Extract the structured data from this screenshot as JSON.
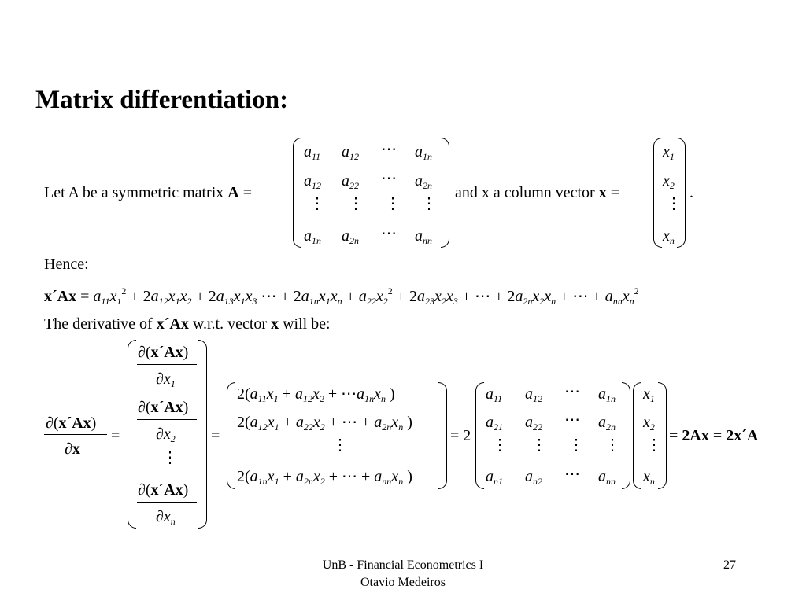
{
  "slide": {
    "title": "Matrix differentiation:",
    "intro_text": "Let A be a symmetric matrix",
    "and_text": "and x a column vector",
    "period": ".",
    "hence": "Hence:",
    "derivative_text_prefix": "The derivative of",
    "derivative_text_wrt": "w.r.t. vector",
    "derivative_text_suffix": "will be:",
    "symbol_A": "A",
    "symbol_x": "x",
    "symbol_xAx": "x´Ax",
    "equals": "=",
    "partial": "∂",
    "result": "= 2Ax = 2x´A",
    "coef_2": "2",
    "ellipsis": "⋯",
    "vdots": "⋮"
  },
  "matrix_A": {
    "rows": [
      [
        "a11",
        "a12",
        "⋯",
        "a1n"
      ],
      [
        "a12",
        "a22",
        "⋯",
        "a2n"
      ],
      [
        "⋮",
        "⋮",
        "⋮",
        "⋮"
      ],
      [
        "a1n",
        "a2n",
        "⋯",
        "ann"
      ]
    ]
  },
  "vector_x": [
    "x1",
    "x2",
    "⋮",
    "xn"
  ],
  "quadratic_form": "x´Ax = a11x1² + 2a12x1x2 + 2a13x1x3 ⋯ + 2a1nx1xn + a22x2² + 2a23x2x3 + ⋯ + 2a2nx2xn + ⋯ + annxn²",
  "gradient_vector": [
    "∂(x´Ax)/∂x1",
    "∂(x´Ax)/∂x2",
    "⋮",
    "∂(x´Ax)/∂xn"
  ],
  "expanded_vector": [
    "2(a11x1 + a12x2 + ⋯a1nxn)",
    "2(a12x1 + a22x2 + ⋯ + a2nxn)",
    "⋮",
    "2(a1nx1 + a2nx2 + ⋯ + annxn)"
  ],
  "matrix_A2": {
    "rows": [
      [
        "a11",
        "a12",
        "⋯",
        "a1n"
      ],
      [
        "a21",
        "a22",
        "⋯",
        "a2n"
      ],
      [
        "⋮",
        "⋮",
        "⋮",
        "⋮"
      ],
      [
        "an1",
        "an2",
        "⋯",
        "ann"
      ]
    ]
  },
  "footer": {
    "line1": "UnB - Financial Econometrics I",
    "line2": "Otavio Medeiros",
    "page": "27"
  }
}
